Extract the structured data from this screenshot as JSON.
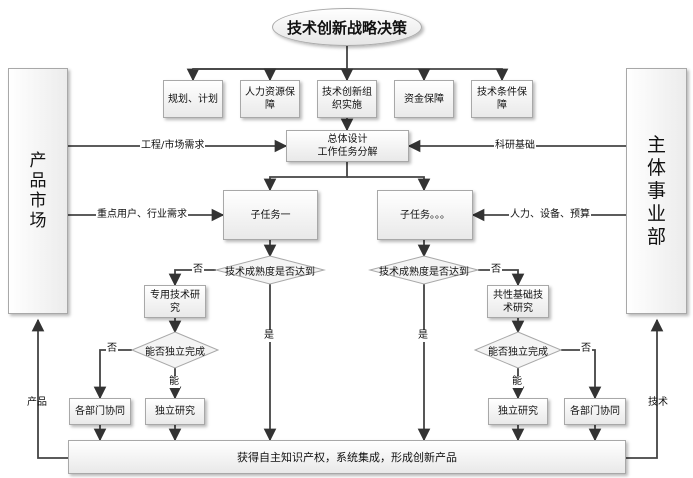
{
  "title": "技术创新战略决策",
  "support_boxes": [
    "规划、计划",
    "人力资源保障",
    "技术创新组织实施",
    "资金保障",
    "技术条件保障"
  ],
  "left_panel": "产品市场",
  "right_panel": "主体事业部",
  "center_box": "总体设计\n工作任务分解",
  "subtask_left": "子任务一",
  "subtask_right": "子任务。。。",
  "decision_maturity": "技术成熟度是否达到",
  "decision_independent": "能否独立完成",
  "box_special_research": "专用技术研究",
  "box_common_research": "共性基础技术研究",
  "box_coop": "各部门协同",
  "box_independent": "独立研究",
  "bottom_box": "获得自主知识产权，系统集成，形成创新产品",
  "labels": {
    "engineering_demand": "工程/市场需求",
    "research_basis": "科研基础",
    "key_users": "重点用户、行业需求",
    "resources": "人力、设备、预算",
    "no": "否",
    "yes": "是",
    "can": "能",
    "product": "产品",
    "technology": "技术"
  }
}
